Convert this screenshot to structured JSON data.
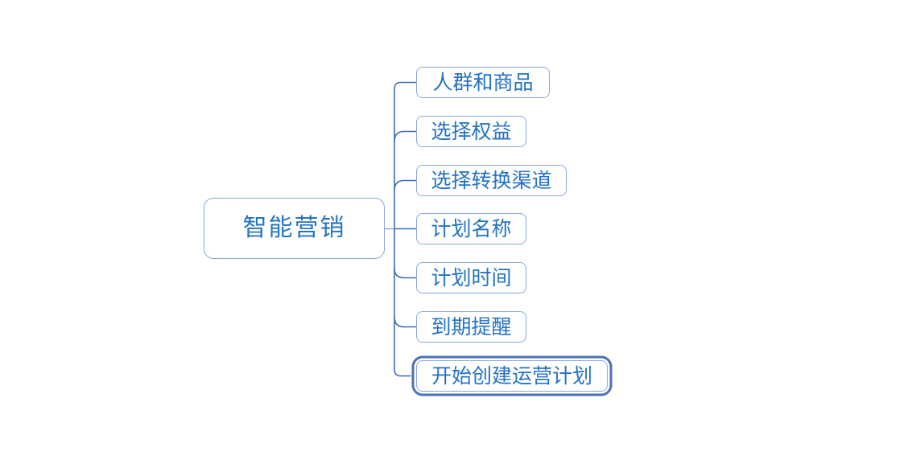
{
  "mindmap": {
    "root": {
      "label": "智能营销"
    },
    "children": [
      {
        "label": "人群和商品",
        "selected": false
      },
      {
        "label": "选择权益",
        "selected": false
      },
      {
        "label": "选择转换渠道",
        "selected": false
      },
      {
        "label": "计划名称",
        "selected": false
      },
      {
        "label": "计划时间",
        "selected": false
      },
      {
        "label": "到期提醒",
        "selected": false
      },
      {
        "label": "开始创建运营计划",
        "selected": true
      }
    ]
  },
  "colors": {
    "background": "#ffffff",
    "node_border": "#8aa9dc",
    "connector": "#3e6db5",
    "connector_light": "#93aedd",
    "text": "#2473c4",
    "selection_border": "#4a70b8"
  }
}
